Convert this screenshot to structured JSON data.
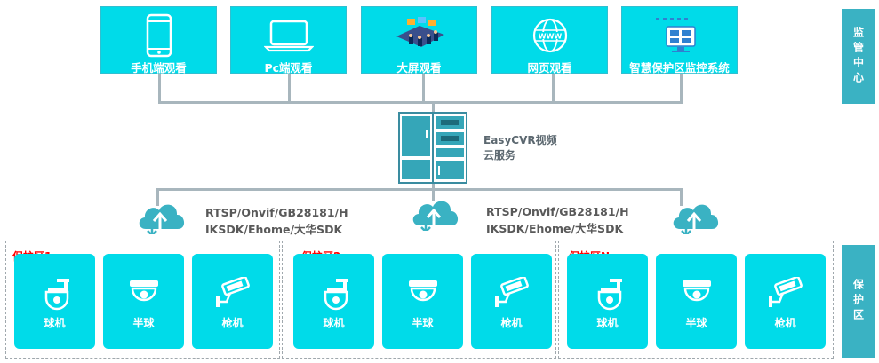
{
  "monitoring_center": {
    "label": "监管中心"
  },
  "protection_zone": {
    "label": "保护区"
  },
  "viewers": [
    {
      "label": "手机端观看",
      "icon": "phone-icon"
    },
    {
      "label": "Pc端观看",
      "icon": "laptop-icon"
    },
    {
      "label": "大屏观看",
      "icon": "big-screen-icon"
    },
    {
      "label": "网页观看",
      "icon": "web-globe-icon"
    },
    {
      "label": "智慧保护区监控系统",
      "icon": "monitor-system-icon"
    }
  ],
  "server": {
    "label": "EasyCVR视频云服务",
    "icon": "server-cabinet-icon"
  },
  "protocols": {
    "left": [
      "RTSP/Onvif/GB28181/H",
      "IKSDK/Ehome/大华SDK"
    ],
    "right": [
      "RTSP/Onvif/GB28181/H",
      "IKSDK/Ehome/大华SDK"
    ]
  },
  "zones": [
    {
      "label": "保护区1",
      "cameras": [
        "球机",
        "半球",
        "枪机"
      ]
    },
    {
      "label": "保护区2",
      "cameras": [
        "球机",
        "半球",
        "枪机"
      ]
    },
    {
      "label": "保护区N",
      "cameras": [
        "球机",
        "半球",
        "枪机"
      ]
    }
  ],
  "colors": {
    "accent": "#00dbe9",
    "sidebar": "#3ab2c3",
    "line": "#a8b6bd",
    "zone_label": "#ff0000",
    "cloud": "#3ab2c3"
  }
}
